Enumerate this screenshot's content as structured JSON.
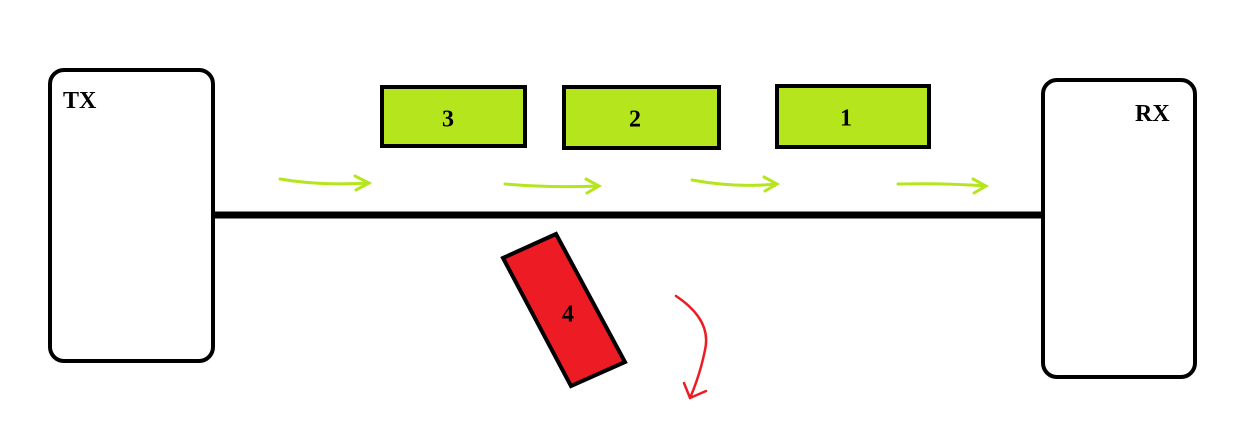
{
  "transmitter": {
    "label": "TX"
  },
  "receiver": {
    "label": "RX"
  },
  "packets": [
    {
      "label": "1",
      "status": "in-transit"
    },
    {
      "label": "2",
      "status": "in-transit"
    },
    {
      "label": "3",
      "status": "in-transit"
    },
    {
      "label": "4",
      "status": "lost"
    }
  ],
  "colors": {
    "packet_ok": "#b5e61d",
    "packet_lost": "#ed1c24",
    "flow_arrow": "#b5e61d",
    "drop_arrow": "#ed1c24",
    "link": "#000000"
  },
  "icons": {
    "flow": "right-arrow-icon",
    "drop": "curved-down-arrow-icon"
  }
}
